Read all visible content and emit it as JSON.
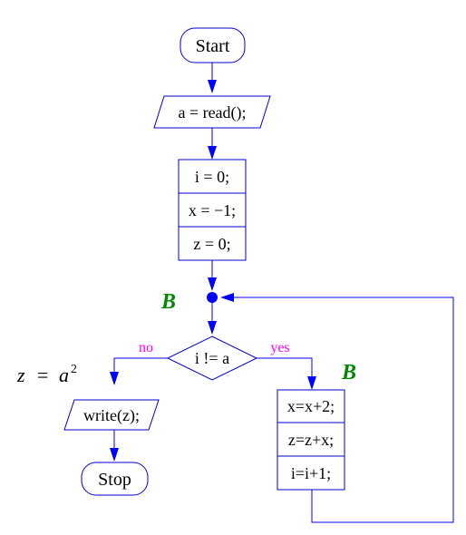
{
  "colors": {
    "box_stroke": "#0000cc",
    "edge": "#0000ff",
    "branch_label": "#ff00ff",
    "block_label": "#008800"
  },
  "nodes": {
    "start": "Start",
    "read": "a = read();",
    "init": [
      "i = 0;",
      "x = −1;",
      "z = 0;"
    ],
    "condition": "i != a",
    "write": "write(z);",
    "stop": "Stop",
    "body": [
      "x=x+2;",
      "z=z+x;",
      "i=i+1;"
    ]
  },
  "labels": {
    "no": "no",
    "yes": "yes",
    "block_left": "B",
    "block_right": "B",
    "assertion_lhs": "z",
    "assertion_eq": "=",
    "assertion_base": "a",
    "assertion_exp": "2"
  }
}
